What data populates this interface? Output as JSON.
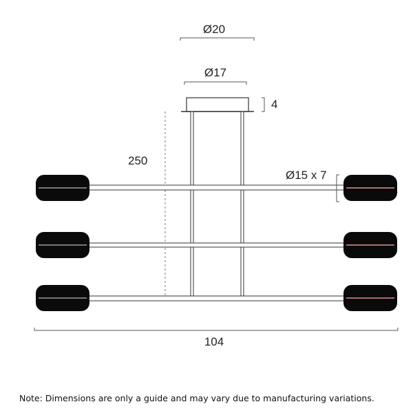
{
  "dimensions": {
    "canopy_outer_diameter": "Ø20",
    "canopy_inner_diameter": "Ø17",
    "canopy_height": "4",
    "drop_height": "250",
    "shade_size": "Ø15 x 7",
    "overall_width": "104"
  },
  "note": "Note: Dimensions are only a guide and may vary due to manufacturing variations."
}
